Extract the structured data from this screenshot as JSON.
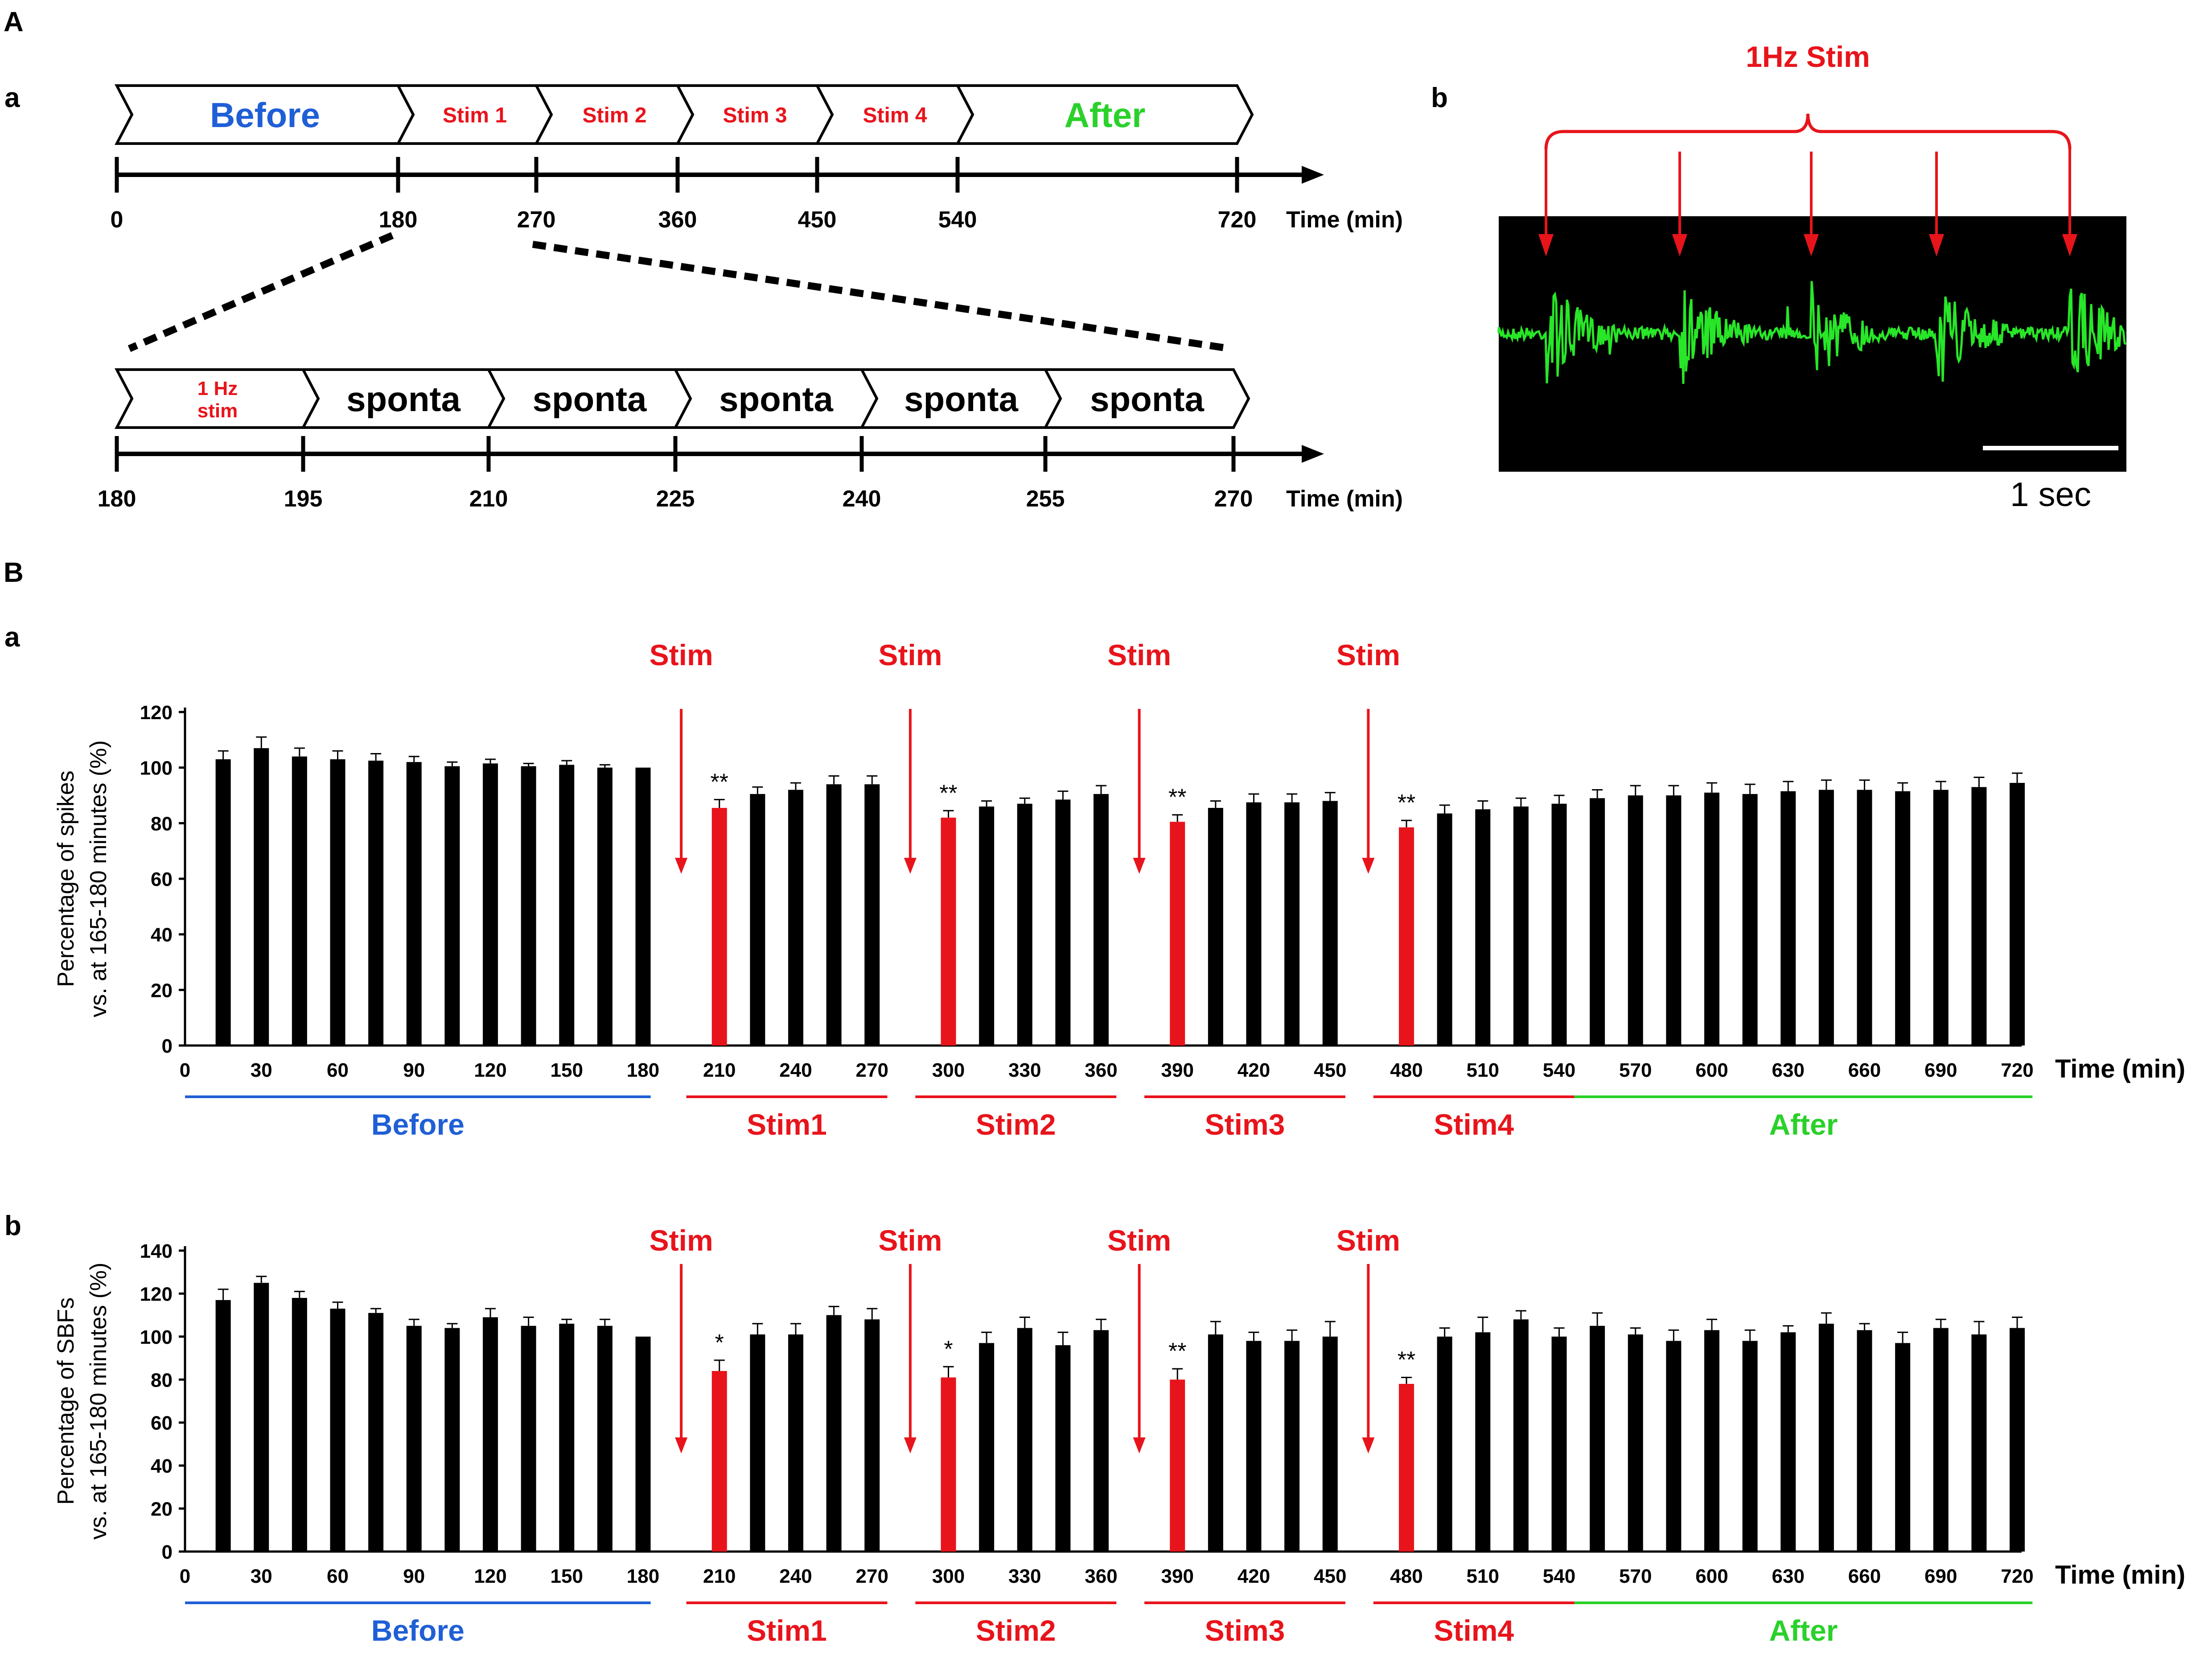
{
  "colors": {
    "before": "#1f5fd6",
    "stim": "#e8141b",
    "after": "#2ad12a",
    "bar": "#000000",
    "trace": "#28e628",
    "trace_bg": "#000000"
  },
  "panel_labels": {
    "A": "A",
    "Aa": "a",
    "Ab": "b",
    "B": "B",
    "Ba": "a",
    "Bb": "b"
  },
  "timeline_top": {
    "segments": [
      {
        "label": "Before",
        "color": "#1f5fd6",
        "size": "big"
      },
      {
        "label": "Stim 1",
        "color": "#e8141b",
        "size": "small"
      },
      {
        "label": "Stim 2",
        "color": "#e8141b",
        "size": "small"
      },
      {
        "label": "Stim 3",
        "color": "#e8141b",
        "size": "small"
      },
      {
        "label": "Stim 4",
        "color": "#e8141b",
        "size": "small"
      },
      {
        "label": "After",
        "color": "#2ad12a",
        "size": "big"
      }
    ],
    "ticks": [
      "0",
      "180",
      "270",
      "360",
      "450",
      "540",
      "720"
    ],
    "unit": "Time (min)"
  },
  "timeline_zoom": {
    "segments": [
      {
        "label": "1 Hz",
        "label2": "stim",
        "color": "#e8141b",
        "fill": "#ffffff",
        "size": "small"
      },
      {
        "label": "sponta",
        "color": "#000000",
        "fill": "#f0141b",
        "size": "big"
      },
      {
        "label": "sponta",
        "color": "#000000",
        "fill": "#ffffff",
        "size": "big"
      },
      {
        "label": "sponta",
        "color": "#000000",
        "fill": "#ffffff",
        "size": "big"
      },
      {
        "label": "sponta",
        "color": "#000000",
        "fill": "#ffffff",
        "size": "big"
      },
      {
        "label": "sponta",
        "color": "#000000",
        "fill": "#ffffff",
        "size": "big"
      }
    ],
    "ticks": [
      "180",
      "195",
      "210",
      "225",
      "240",
      "255",
      "270"
    ],
    "unit": "Time (min)"
  },
  "trace": {
    "title": "1Hz Stim",
    "scalebar_label": "1 sec",
    "stim_count": 5
  },
  "chart_data": [
    {
      "type": "bar",
      "ylabel": "Percentage of spikes",
      "ylabel2": "vs. at 165-180 minutes (%)",
      "xlabel": "Time (min)",
      "ylim": [
        0,
        120
      ],
      "yticks": [
        0,
        20,
        40,
        60,
        80,
        100,
        120
      ],
      "xlim": [
        0,
        720
      ],
      "xticks": [
        0,
        30,
        60,
        90,
        120,
        150,
        180,
        210,
        240,
        270,
        300,
        330,
        360,
        390,
        420,
        450,
        480,
        510,
        540,
        570,
        600,
        630,
        660,
        690,
        720
      ],
      "x": [
        15,
        30,
        45,
        60,
        75,
        90,
        105,
        120,
        135,
        150,
        165,
        180,
        210,
        225,
        240,
        255,
        270,
        300,
        315,
        330,
        345,
        360,
        390,
        405,
        420,
        435,
        450,
        480,
        495,
        510,
        525,
        540,
        555,
        570,
        585,
        600,
        615,
        630,
        645,
        660,
        675,
        690,
        705,
        720
      ],
      "values": [
        103,
        107,
        104,
        103,
        102.5,
        102,
        100.5,
        101.5,
        100.5,
        101,
        100,
        100,
        85.5,
        90.5,
        92,
        94,
        94,
        82,
        86,
        87,
        88.5,
        90.5,
        80.5,
        85.5,
        87.5,
        87.5,
        88,
        78.5,
        83.5,
        85,
        86,
        87,
        89,
        90,
        90,
        91,
        90.5,
        91.5,
        92,
        92,
        91.5,
        92,
        93,
        94.5
      ],
      "errors": [
        3,
        4,
        3,
        3,
        2.5,
        2,
        1.5,
        1.5,
        1,
        1.5,
        1,
        0,
        3,
        2.5,
        2.5,
        3,
        3,
        2.5,
        2,
        2,
        3,
        3,
        2.5,
        2.5,
        3,
        3,
        3,
        2.5,
        3,
        3,
        3,
        3,
        3,
        3.5,
        3.5,
        3.5,
        3.5,
        3.5,
        3.5,
        3.5,
        3,
        3,
        3.5,
        3.5
      ],
      "highlight": [
        false,
        false,
        false,
        false,
        false,
        false,
        false,
        false,
        false,
        false,
        false,
        false,
        true,
        false,
        false,
        false,
        false,
        true,
        false,
        false,
        false,
        false,
        true,
        false,
        false,
        false,
        false,
        true,
        false,
        false,
        false,
        false,
        false,
        false,
        false,
        false,
        false,
        false,
        false,
        false,
        false,
        false,
        false,
        false
      ],
      "significance": [
        {
          "x": 210,
          "label": "**"
        },
        {
          "x": 300,
          "label": "**"
        },
        {
          "x": 390,
          "label": "**"
        },
        {
          "x": 480,
          "label": "**"
        }
      ],
      "stim_arrows": [
        {
          "x": 195,
          "label": "Stim"
        },
        {
          "x": 285,
          "label": "Stim"
        },
        {
          "x": 375,
          "label": "Stim"
        },
        {
          "x": 465,
          "label": "Stim"
        }
      ],
      "phases": [
        {
          "label": "Before",
          "from": 0,
          "to": 183,
          "color": "#1f5fd6"
        },
        {
          "label": "Stim1",
          "from": 197,
          "to": 276,
          "color": "#e8141b"
        },
        {
          "label": "Stim2",
          "from": 287,
          "to": 366,
          "color": "#e8141b"
        },
        {
          "label": "Stim3",
          "from": 377,
          "to": 456,
          "color": "#e8141b"
        },
        {
          "label": "Stim4",
          "from": 467,
          "to": 546,
          "color": "#e8141b"
        },
        {
          "label": "After",
          "from": 546,
          "to": 726,
          "color": "#2ad12a"
        }
      ]
    },
    {
      "type": "bar",
      "ylabel": "Percentage of SBFs",
      "ylabel2": "vs. at 165-180 minutes (%)",
      "xlabel": "Time (min)",
      "ylim": [
        0,
        140
      ],
      "yticks": [
        0,
        20,
        40,
        60,
        80,
        100,
        120,
        140
      ],
      "xlim": [
        0,
        720
      ],
      "xticks": [
        0,
        30,
        60,
        90,
        120,
        150,
        180,
        210,
        240,
        270,
        300,
        330,
        360,
        390,
        420,
        450,
        480,
        510,
        540,
        570,
        600,
        630,
        660,
        690,
        720
      ],
      "x": [
        15,
        30,
        45,
        60,
        75,
        90,
        105,
        120,
        135,
        150,
        165,
        180,
        210,
        225,
        240,
        255,
        270,
        300,
        315,
        330,
        345,
        360,
        390,
        405,
        420,
        435,
        450,
        480,
        495,
        510,
        525,
        540,
        555,
        570,
        585,
        600,
        615,
        630,
        645,
        660,
        675,
        690,
        705,
        720
      ],
      "values": [
        117,
        125,
        118,
        113,
        111,
        105,
        104,
        109,
        105,
        106,
        105,
        100,
        84,
        101,
        101,
        110,
        108,
        81,
        97,
        104,
        96,
        103,
        80,
        101,
        98,
        98,
        100,
        78,
        100,
        102,
        108,
        100,
        105,
        101,
        98,
        103,
        98,
        102,
        106,
        103,
        97,
        104,
        101,
        104
      ],
      "errors": [
        5,
        3,
        3,
        3,
        2,
        3,
        2,
        4,
        4,
        2,
        3,
        0,
        5,
        5,
        5,
        4,
        5,
        5,
        5,
        5,
        6,
        5,
        5,
        6,
        4,
        5,
        7,
        3,
        4,
        7,
        4,
        4,
        6,
        3,
        5,
        5,
        5,
        3,
        5,
        3,
        5,
        4,
        6,
        5
      ],
      "highlight": [
        false,
        false,
        false,
        false,
        false,
        false,
        false,
        false,
        false,
        false,
        false,
        false,
        true,
        false,
        false,
        false,
        false,
        true,
        false,
        false,
        false,
        false,
        true,
        false,
        false,
        false,
        false,
        true,
        false,
        false,
        false,
        false,
        false,
        false,
        false,
        false,
        false,
        false,
        false,
        false,
        false,
        false,
        false,
        false
      ],
      "significance": [
        {
          "x": 210,
          "label": "*"
        },
        {
          "x": 300,
          "label": "*"
        },
        {
          "x": 390,
          "label": "**"
        },
        {
          "x": 480,
          "label": "**"
        }
      ],
      "stim_arrows": [
        {
          "x": 195,
          "label": "Stim"
        },
        {
          "x": 285,
          "label": "Stim"
        },
        {
          "x": 375,
          "label": "Stim"
        },
        {
          "x": 465,
          "label": "Stim"
        }
      ],
      "phases": [
        {
          "label": "Before",
          "from": 0,
          "to": 183,
          "color": "#1f5fd6"
        },
        {
          "label": "Stim1",
          "from": 197,
          "to": 276,
          "color": "#e8141b"
        },
        {
          "label": "Stim2",
          "from": 287,
          "to": 366,
          "color": "#e8141b"
        },
        {
          "label": "Stim3",
          "from": 377,
          "to": 456,
          "color": "#e8141b"
        },
        {
          "label": "Stim4",
          "from": 467,
          "to": 546,
          "color": "#e8141b"
        },
        {
          "label": "After",
          "from": 546,
          "to": 726,
          "color": "#2ad12a"
        }
      ]
    }
  ]
}
